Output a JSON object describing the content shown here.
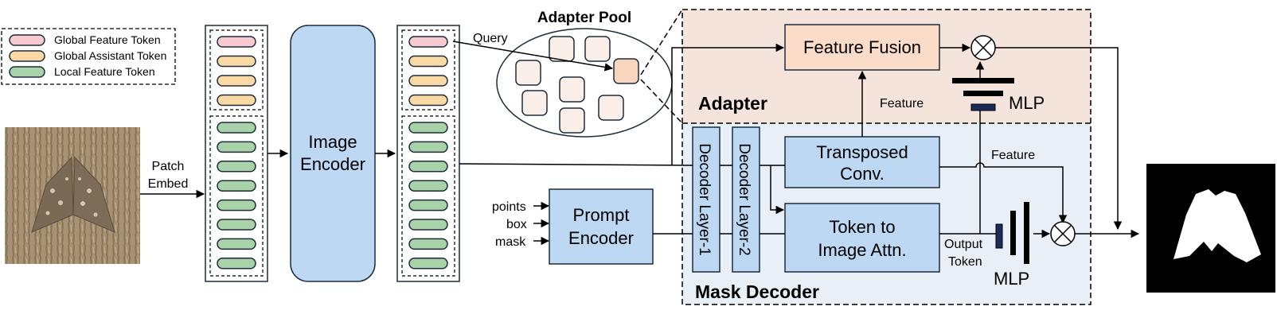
{
  "legend": {
    "items": [
      {
        "label": "Global Feature Token",
        "color": "#f8c9cf"
      },
      {
        "label": "Global Assistant Token",
        "color": "#fbd9a4"
      },
      {
        "label": "Local Feature Token",
        "color": "#a8d2a8"
      }
    ]
  },
  "input_image": {
    "description": "moth camouflaged on tree bark"
  },
  "labels": {
    "patch_embed_line1": "Patch",
    "patch_embed_line2": "Embed",
    "image_encoder_line1": "Image",
    "image_encoder_line2": "Encoder",
    "query": "Query",
    "adapter_pool": "Adapter Pool",
    "feature_fusion": "Feature Fusion",
    "adapter": "Adapter",
    "feature_up": "Feature",
    "mlp_top": "MLP",
    "decoder_layer_1": "Decoder Layer-1",
    "decoder_layer_2": "Decoder Layer-2",
    "transposed_line1": "Transposed",
    "transposed_line2": "Conv.",
    "feature_right": "Feature",
    "token_attn_line1": "Token to",
    "token_attn_line2": "Image Attn.",
    "output_token_line1": "Output",
    "output_token_line2": "Token",
    "mlp_bottom": "MLP",
    "mask_decoder": "Mask Decoder",
    "prompt_line1": "Prompt",
    "prompt_line2": "Encoder",
    "points": "points",
    "box": "box",
    "mask": "mask"
  },
  "colors": {
    "blue_fill": "#bcd8f3",
    "adapter_bg": "#f5e4dc",
    "decoder_bg": "#e8eff6",
    "fusion_fill": "#fbdcc8",
    "pool_square": "#faeee8",
    "pool_selected": "#f9d5bd",
    "stroke": "#1d2b3a"
  }
}
